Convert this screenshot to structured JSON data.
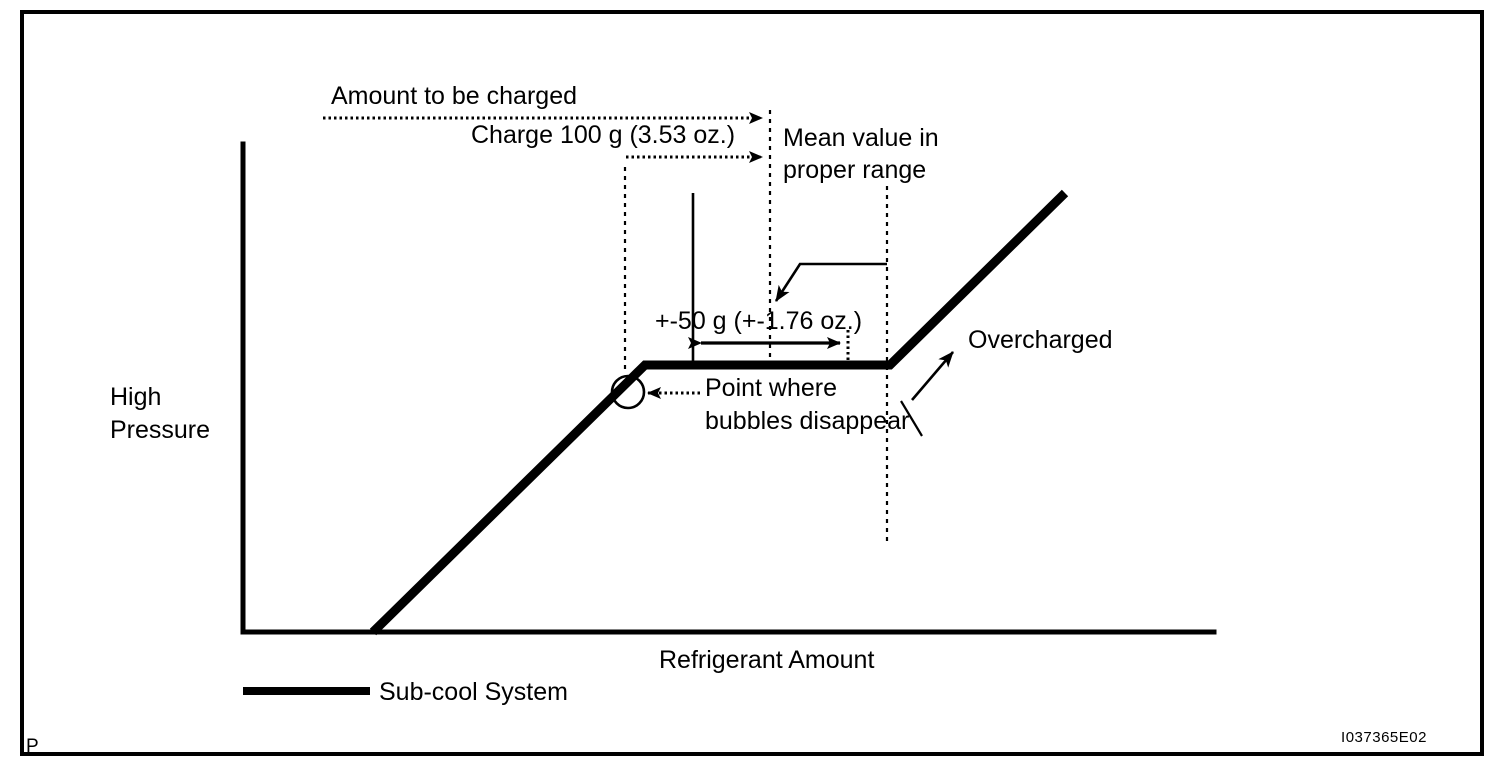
{
  "figure": {
    "code": "I037365E02",
    "corner_marker": "P"
  },
  "chart_data": {
    "type": "line",
    "title": "",
    "xlabel": "Refrigerant Amount",
    "ylabel": "High Pressure",
    "ylabel_lines": [
      "High",
      "Pressure"
    ],
    "grid": false,
    "legend_position": "bottom-left",
    "series": [
      {
        "name": "Sub-cool System",
        "points": [
          {
            "x": 373,
            "y": 632
          },
          {
            "x": 645,
            "y": 365
          },
          {
            "x": 890,
            "y": 365
          },
          {
            "x": 1065,
            "y": 193
          }
        ],
        "shape": "rise-plateau-rise"
      }
    ],
    "axis": {
      "x_start": 243,
      "x_end": 1214,
      "y_top": 144,
      "y_bottom": 632
    },
    "markers": [
      {
        "name": "point-where-bubbles-disappear",
        "label": "Point where bubbles disappear",
        "x": 628,
        "y": 392
      }
    ],
    "regions": [
      {
        "name": "overcharged",
        "label": "Overcharged",
        "x_from": 890
      }
    ],
    "annotations": [
      {
        "name": "amount-to-be-charged",
        "label": "Amount to be charged",
        "from_x": 323,
        "to_x": 770
      },
      {
        "name": "charge-100g",
        "label": "Charge 100 g (3.53 oz.)",
        "from_x": 625,
        "to_x": 770
      },
      {
        "name": "mean-value",
        "label": "Mean value in proper range",
        "at_x": 770
      },
      {
        "name": "tolerance",
        "label": "+-50 g (+-1.76 oz.)",
        "from_x": 693,
        "to_x": 848,
        "center_x": 770
      }
    ],
    "guides": [
      {
        "name": "bubble-point-guide",
        "x": 625
      },
      {
        "name": "mean-value-guide",
        "x": 770
      },
      {
        "name": "overcharge-guide",
        "x": 887
      }
    ]
  },
  "labels": {
    "amount_to_be_charged": "Amount to be charged",
    "charge_100g": "Charge 100 g (3.53 oz.)",
    "mean_value_line1": "Mean value in",
    "mean_value_line2": "proper range",
    "tolerance": "+-50 g (+-1.76 oz.)",
    "point_where_line1": "Point where",
    "point_where_line2": "bubbles disappear",
    "overcharged": "Overcharged",
    "y_axis_line1": "High",
    "y_axis_line2": "Pressure",
    "x_axis": "Refrigerant Amount",
    "legend_subcool": "Sub-cool System"
  },
  "colors": {
    "ink": "#000000",
    "background": "#ffffff"
  }
}
